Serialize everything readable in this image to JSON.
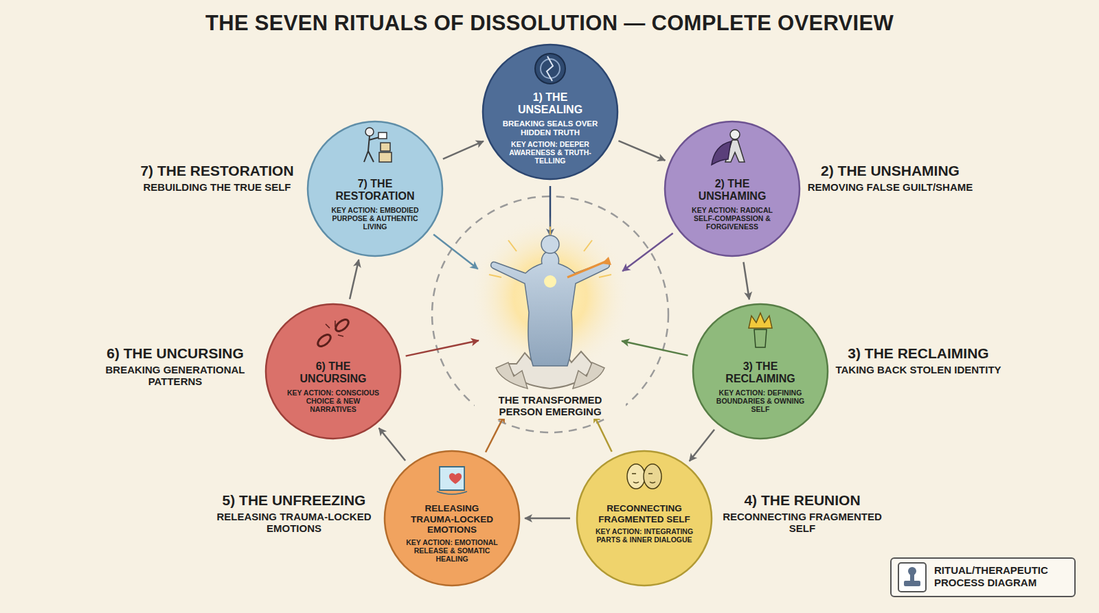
{
  "diagram": {
    "title": "THE SEVEN RITUALS OF DISSOLUTION — COMPLETE OVERVIEW",
    "nodes": [
      {
        "text": [
          "1) THE UNSEALING",
          "BREAKING SEALS OVER HIDDEN TRUTH",
          "KEY ACTION: DEEPER AWARENESS & TRUTH-TELLING"
        ]
      },
      {
        "text": [
          "2) THE UNSHAMING",
          "REMOVING FALSE GUILT/SHAME",
          "2) THE UNSHAMING",
          "KEY ACTION: RADICAL SELF-COMPASSION & FORGIVENESS"
        ]
      },
      {
        "text": [
          "3) THE RECLAIMING",
          "TAKING BACK STOLEN IDENTITY",
          "3) THE RECLAIMING",
          "KEY ACTION: DEFINING BOUNDARIES & OWNING SELF"
        ]
      },
      {
        "text": [
          "4) THE REUNION",
          "RECONNECTING FRAGMENTED SELF",
          "RECONNECTING FRAGMENTED SELF",
          "KEY ACTION: INTEGRATING PARTS & INNER DIALOGUE"
        ]
      },
      {
        "text": [
          "5) THE UNFREEZING",
          "RELEASING TRAUMA-LOCKED EMOTIONS",
          "RELEASING TRAUMA-LOCKED EMOTIONS",
          "KEY ACTION: EMOTIONAL RELEASE & SOMATIC HEALING"
        ]
      },
      {
        "text": [
          "6) THE UNCURSING",
          "BREAKING GENERATIONAL PATTERNS",
          "6) THE UNCURSING",
          "KEY ACTION: CONSCIOUS CHOICE & NEW NARRATIVES"
        ]
      },
      {
        "text": [
          "7) THE RESTORATION",
          "REBUILDING THE TRUE SELF",
          "7) THE RESTORATION",
          "KEY ACTION: EMBODIED PURPOSE & AUTHENTIC LIVING"
        ]
      },
      {
        "text": [
          "THE TRANSFORMED PERSON EMERGING"
        ]
      }
    ],
    "edges": [
      {
        "from": 0,
        "to": 1,
        "arrow": "to"
      },
      {
        "from": 1,
        "to": 2,
        "arrow": "to"
      },
      {
        "from": 2,
        "to": 3,
        "arrow": "to"
      },
      {
        "from": 3,
        "to": 4,
        "arrow": "to"
      },
      {
        "from": 4,
        "to": 5,
        "arrow": "to"
      },
      {
        "from": 5,
        "to": 6,
        "arrow": "to"
      },
      {
        "from": 6,
        "to": 0,
        "arrow": "to"
      },
      {
        "from": 0,
        "to": 7,
        "arrow": "to"
      },
      {
        "from": 1,
        "to": 7,
        "arrow": "to"
      },
      {
        "from": 2,
        "to": 7,
        "arrow": "to"
      },
      {
        "from": 3,
        "to": 7,
        "arrow": "to"
      },
      {
        "from": 4,
        "to": 7,
        "arrow": "to"
      },
      {
        "from": 5,
        "to": 7,
        "arrow": "to"
      },
      {
        "from": 6,
        "to": 7,
        "arrow": "to"
      }
    ],
    "labels": [
      "RITUAL/THERAPEUTIC PROCESS DIAGRAM"
    ]
  }
}
